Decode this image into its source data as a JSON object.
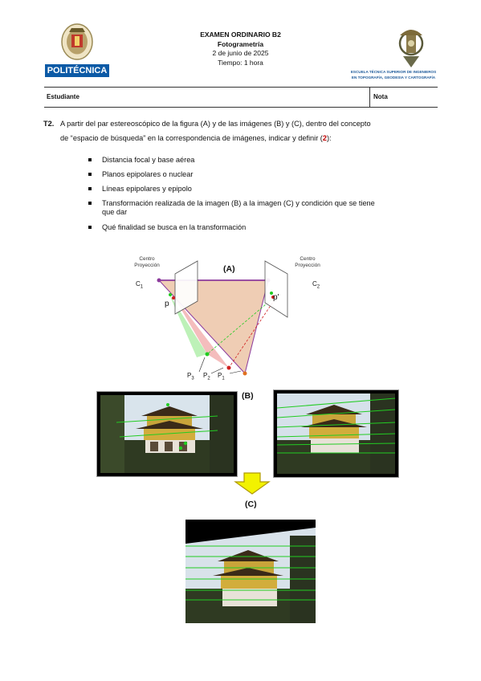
{
  "header": {
    "title": "EXAMEN ORDINARIO B2",
    "subject": "Fotogrametría",
    "date": "2 de junio de 2025",
    "time": "Tiempo: 1 hora",
    "left_logo_text": "POLITÉCNICA",
    "right_logo_lines": [
      "ESCUELA TÉCNICA SUPERIOR DE INGENIEROS",
      "EN TOPOGRAFÍA, GEODESIA Y CARTOGRAFÍA"
    ]
  },
  "student_row": {
    "student": "Estudiante",
    "grade": "Nota"
  },
  "question": {
    "label": "T2",
    "line1": "A partir del par estereoscópico de la figura (A) y de las imágenes (B) y (C), dentro del concepto",
    "line2_pre": "de “espacio de búsqueda” en la correspondencia de imágenes, indicar y definir (",
    "points": "2",
    "line2_post": "):"
  },
  "bullets": [
    "Distancia focal y base aérea",
    "Planos epipolares o nuclear",
    "Líneas epipolares y epipolo",
    "Transformación realizada de la imagen (B) a la imagen (C) y condición que se tiene",
    "que dar",
    "Qué finalidad se busca en la transformación"
  ],
  "figure_a": {
    "label": "(A)",
    "left_center": [
      "Centro",
      "Proyección"
    ],
    "right_center": [
      "Centro",
      "Proyección"
    ],
    "c1": "C",
    "c1_sub": "1",
    "c2": "C",
    "c2_sub": "2",
    "p_left": "p",
    "p_right": "p'",
    "p3": "P",
    "p3_sub": "3",
    "p2": "P",
    "p2_sub": "2",
    "p1": "P",
    "p1_sub": "1"
  },
  "figure_b": {
    "label": "(B)"
  },
  "figure_c": {
    "label": "(C)"
  },
  "colors": {
    "accent_red": "#c00000",
    "plane_fill": "#eecab0",
    "purple": "#8b3a9c",
    "arrow_yellow": "#f2f200",
    "green_line": "#22cc22"
  }
}
